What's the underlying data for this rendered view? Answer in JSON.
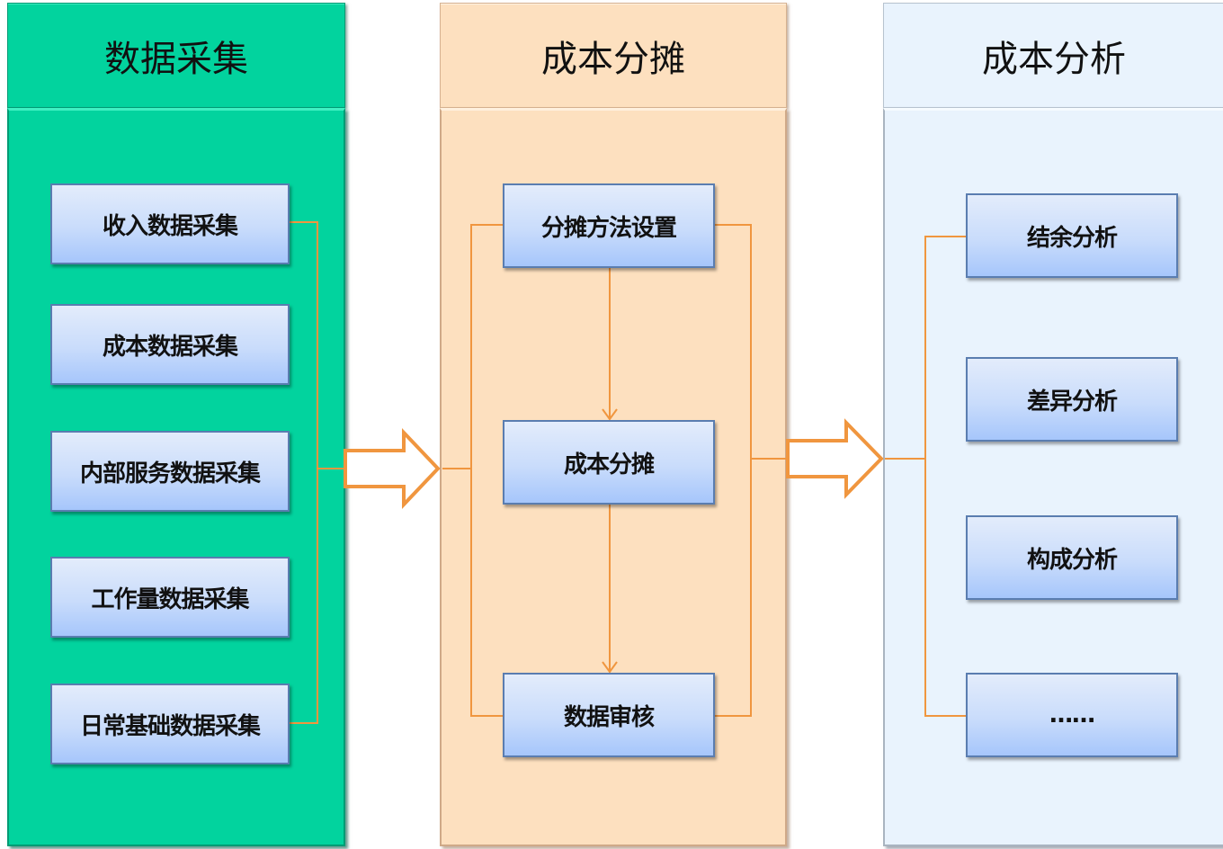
{
  "columns": [
    {
      "title": "数据采集",
      "items": [
        "收入数据采集",
        "成本数据采集",
        "内部服务数据采集",
        "工作量数据采集",
        "日常基础数据采集"
      ],
      "color": "#02d39e"
    },
    {
      "title": "成本分摊",
      "items": [
        "分摊方法设置",
        "成本分摊",
        "数据审核"
      ],
      "color": "#fde0bf"
    },
    {
      "title": "成本分析",
      "items": [
        "结余分析",
        "差异分析",
        "构成分析",
        "……"
      ],
      "color": "#e9f3fd"
    }
  ],
  "connector_color": "#f0963f",
  "box_border_color": "#5a7db0"
}
